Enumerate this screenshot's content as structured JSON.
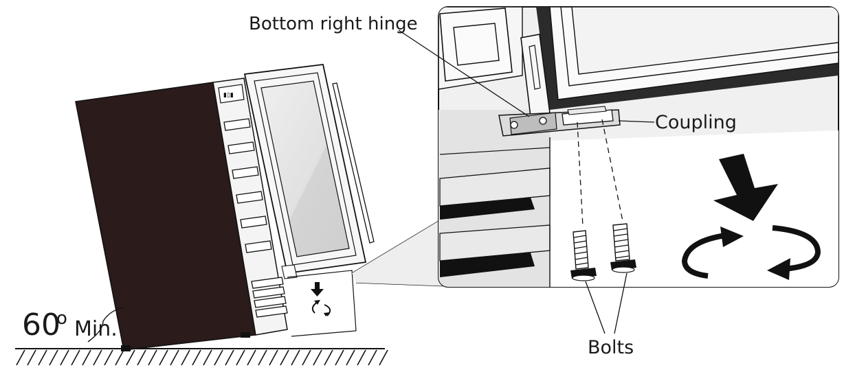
{
  "labels": {
    "hinge": "Bottom right hinge",
    "coupling": "Coupling",
    "bolts": "Bolts",
    "angle_value": "60",
    "angle_degree": "o",
    "angle_min": "Min."
  },
  "icons": {
    "push_arrow": "down-arrow-icon",
    "rotate": "rotate-arrows-icon"
  },
  "colors": {
    "cabinet": "#2a1a1a",
    "line": "#111111",
    "panel_fill": "#e6e6e6",
    "glass": "#d6d6d6",
    "stroke_text": "#1a1a1a"
  }
}
